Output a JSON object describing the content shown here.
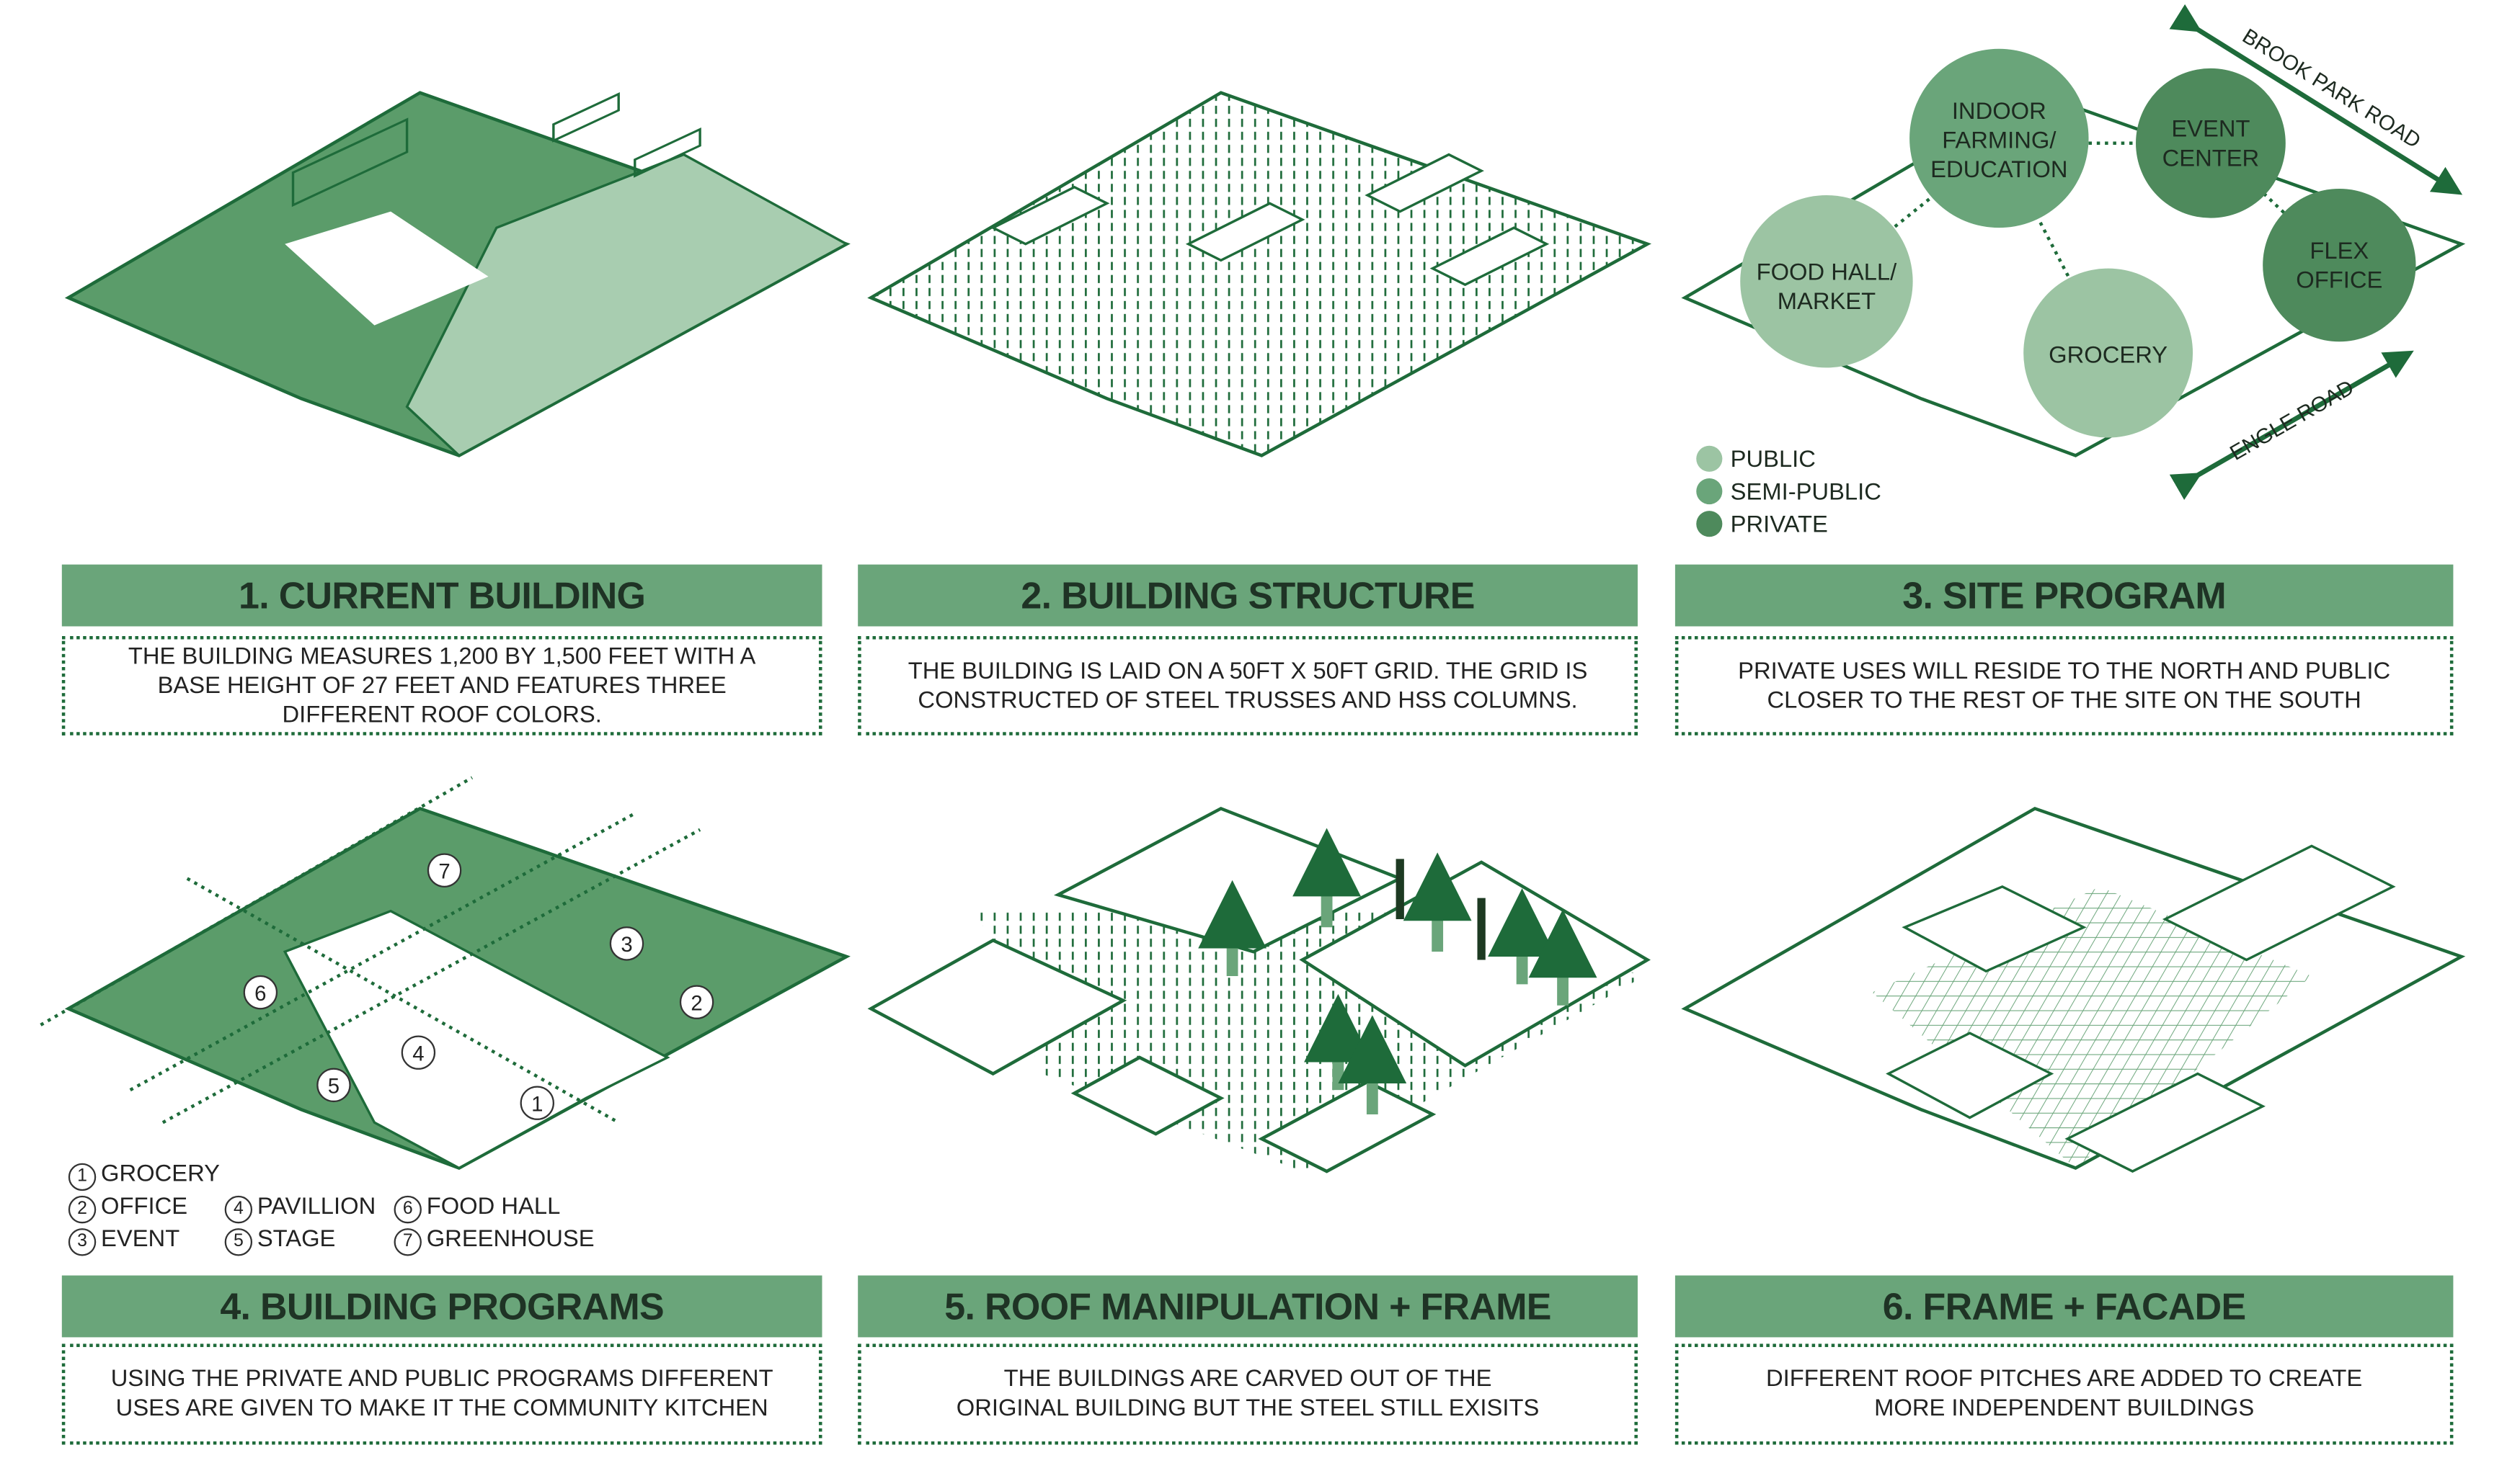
{
  "colors": {
    "header": "#6aa57a",
    "dark_green": "#1e6b3a",
    "roof_green": "#5b9c6a",
    "light_green": "#a8cdb0",
    "public": "#9cc4a3",
    "semi_public": "#6aa57a",
    "private": "#4e8a5c"
  },
  "panels": [
    {
      "title": "1. CURRENT BUILDING",
      "lines": [
        "THE BUILDING MEASURES 1,200 BY 1,500 FEET WITH A",
        "BASE HEIGHT OF 27 FEET AND FEATURES THREE",
        "DIFFERENT ROOF COLORS."
      ]
    },
    {
      "title": "2. BUILDING STRUCTURE",
      "lines": [
        "THE BUILDING IS LAID ON A 50FT X 50FT GRID. THE GRID IS",
        "CONSTRUCTED OF STEEL TRUSSES AND HSS COLUMNS."
      ]
    },
    {
      "title": "3. SITE PROGRAM",
      "lines": [
        "PRIVATE USES WILL RESIDE TO THE NORTH AND PUBLIC",
        "CLOSER TO THE REST OF THE SITE ON THE SOUTH"
      ]
    },
    {
      "title": "4. BUILDING PROGRAMS",
      "lines": [
        "USING THE PRIVATE AND PUBLIC PROGRAMS DIFFERENT",
        "USES ARE GIVEN TO MAKE IT THE COMMUNITY KITCHEN"
      ]
    },
    {
      "title": "5. ROOF MANIPULATION + FRAME",
      "lines": [
        "THE BUILDINGS ARE CARVED OUT OF THE",
        "ORIGINAL BUILDING BUT THE STEEL STILL EXISITS"
      ]
    },
    {
      "title": "6. FRAME + FACADE",
      "lines": [
        "DIFFERENT ROOF PITCHES ARE ADDED TO CREATE",
        "MORE INDEPENDENT BUILDINGS"
      ]
    }
  ],
  "site_program": {
    "bubbles": [
      {
        "label": [
          "INDOOR",
          "FARMING/",
          "EDUCATION"
        ],
        "type": "semi_public"
      },
      {
        "label": [
          "EVENT",
          "CENTER"
        ],
        "type": "private"
      },
      {
        "label": [
          "FOOD HALL/",
          "MARKET"
        ],
        "type": "public"
      },
      {
        "label": [
          "GROCERY"
        ],
        "type": "public"
      },
      {
        "label": [
          "FLEX",
          "OFFICE"
        ],
        "type": "private"
      }
    ],
    "roads": [
      "BROOK PARK ROAD",
      "ENGLE ROAD"
    ],
    "legend": [
      "PUBLIC",
      "SEMI-PUBLIC",
      "PRIVATE"
    ]
  },
  "programs_legend": [
    {
      "n": "1",
      "label": "GROCERY"
    },
    {
      "n": "2",
      "label": "OFFICE"
    },
    {
      "n": "3",
      "label": "EVENT"
    },
    {
      "n": "4",
      "label": "PAVILLION"
    },
    {
      "n": "5",
      "label": "STAGE"
    },
    {
      "n": "6",
      "label": "FOOD HALL"
    },
    {
      "n": "7",
      "label": "GREENHOUSE"
    }
  ]
}
